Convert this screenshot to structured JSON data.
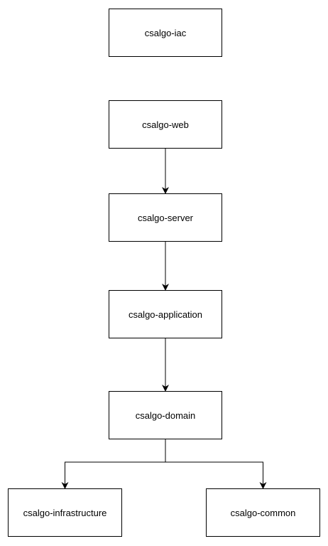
{
  "diagram": {
    "nodes": {
      "iac": "csalgo-iac",
      "web": "csalgo-web",
      "server": "csalgo-server",
      "application": "csalgo-application",
      "domain": "csalgo-domain",
      "infrastructure": "csalgo-infrastructure",
      "common": "csalgo-common"
    },
    "edges": [
      {
        "from": "web",
        "to": "server"
      },
      {
        "from": "server",
        "to": "application"
      },
      {
        "from": "application",
        "to": "domain"
      },
      {
        "from": "domain",
        "to": "infrastructure"
      },
      {
        "from": "domain",
        "to": "common"
      }
    ],
    "colors": {
      "stroke": "#000000",
      "fill": "#ffffff",
      "text": "#000000"
    }
  }
}
